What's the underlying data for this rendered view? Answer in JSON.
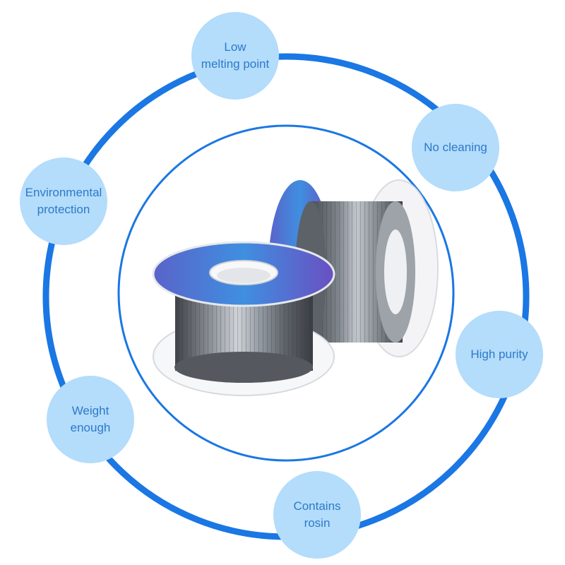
{
  "features": [
    {
      "label": "Low\nmelting point"
    },
    {
      "label": "No cleaning"
    },
    {
      "label": "Environmental\nprotection"
    },
    {
      "label": "High purity"
    },
    {
      "label": "Weight\nenough"
    },
    {
      "label": "Contains\nrosin"
    }
  ],
  "colors": {
    "ring": "#1a77e3",
    "bubble": "#b4dcfb",
    "bubble_text": "#2c7ac9"
  },
  "image": {
    "subject": "two spools of solder wire"
  }
}
